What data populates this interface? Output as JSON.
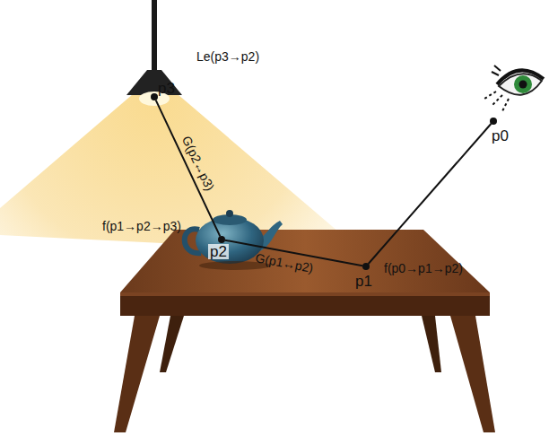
{
  "diagram": {
    "nodes": [
      {
        "text": [
          "p0"
        ]
      },
      {
        "text": [
          "p1"
        ]
      },
      {
        "text": [
          "p2"
        ]
      },
      {
        "text": [
          "p3"
        ]
      }
    ],
    "edges": [
      {
        "from": 0,
        "to": 1,
        "arrow": "none"
      },
      {
        "from": 1,
        "to": 2,
        "arrow": "none",
        "label": "G(p1↔p2)"
      },
      {
        "from": 2,
        "to": 3,
        "arrow": "none",
        "label": "G(p2↔p3)"
      }
    ],
    "labels": [
      "Le(p3→p2)",
      "f(p1→p2→p3)",
      "f(p0→p1→p2)"
    ]
  }
}
